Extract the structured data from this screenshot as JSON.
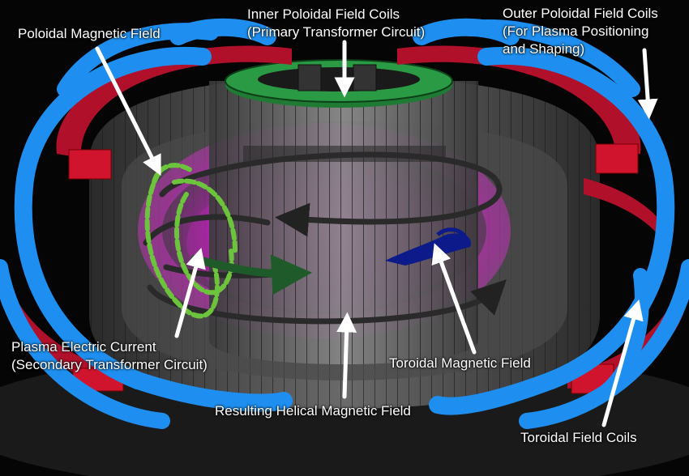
{
  "labels": {
    "poloidal_magnetic_field": "Poloidal Magnetic Field",
    "inner_poloidal_line1": "Inner Poloidal Field Coils",
    "inner_poloidal_line2": "(Primary Transformer Circuit)",
    "outer_poloidal_line1": "Outer Poloidal Field Coils",
    "outer_poloidal_line2": "(For Plasma Positioning",
    "outer_poloidal_line3": "and Shaping)",
    "plasma_current_line1": "Plasma Electric Current",
    "plasma_current_line2": "(Secondary Transformer Circuit)",
    "toroidal_magnetic_field": "Toroidal Magnetic Field",
    "helical_magnetic_field": "Resulting Helical Magnetic Field",
    "toroidal_field_coils": "Toroidal Field Coils"
  },
  "colors": {
    "background": "#050505",
    "toroidal_coil_blue": "#1e8ff0",
    "poloidal_coil_red": "#b0102a",
    "central_solenoid_green": "#1f7a33",
    "plasma_magenta": "#e020d8",
    "poloidal_field_green": "#6cc43c",
    "toroidal_field_navy": "#0c1a8a",
    "field_line_dark": "#2a2a2a",
    "label_text": "#ffffff"
  }
}
